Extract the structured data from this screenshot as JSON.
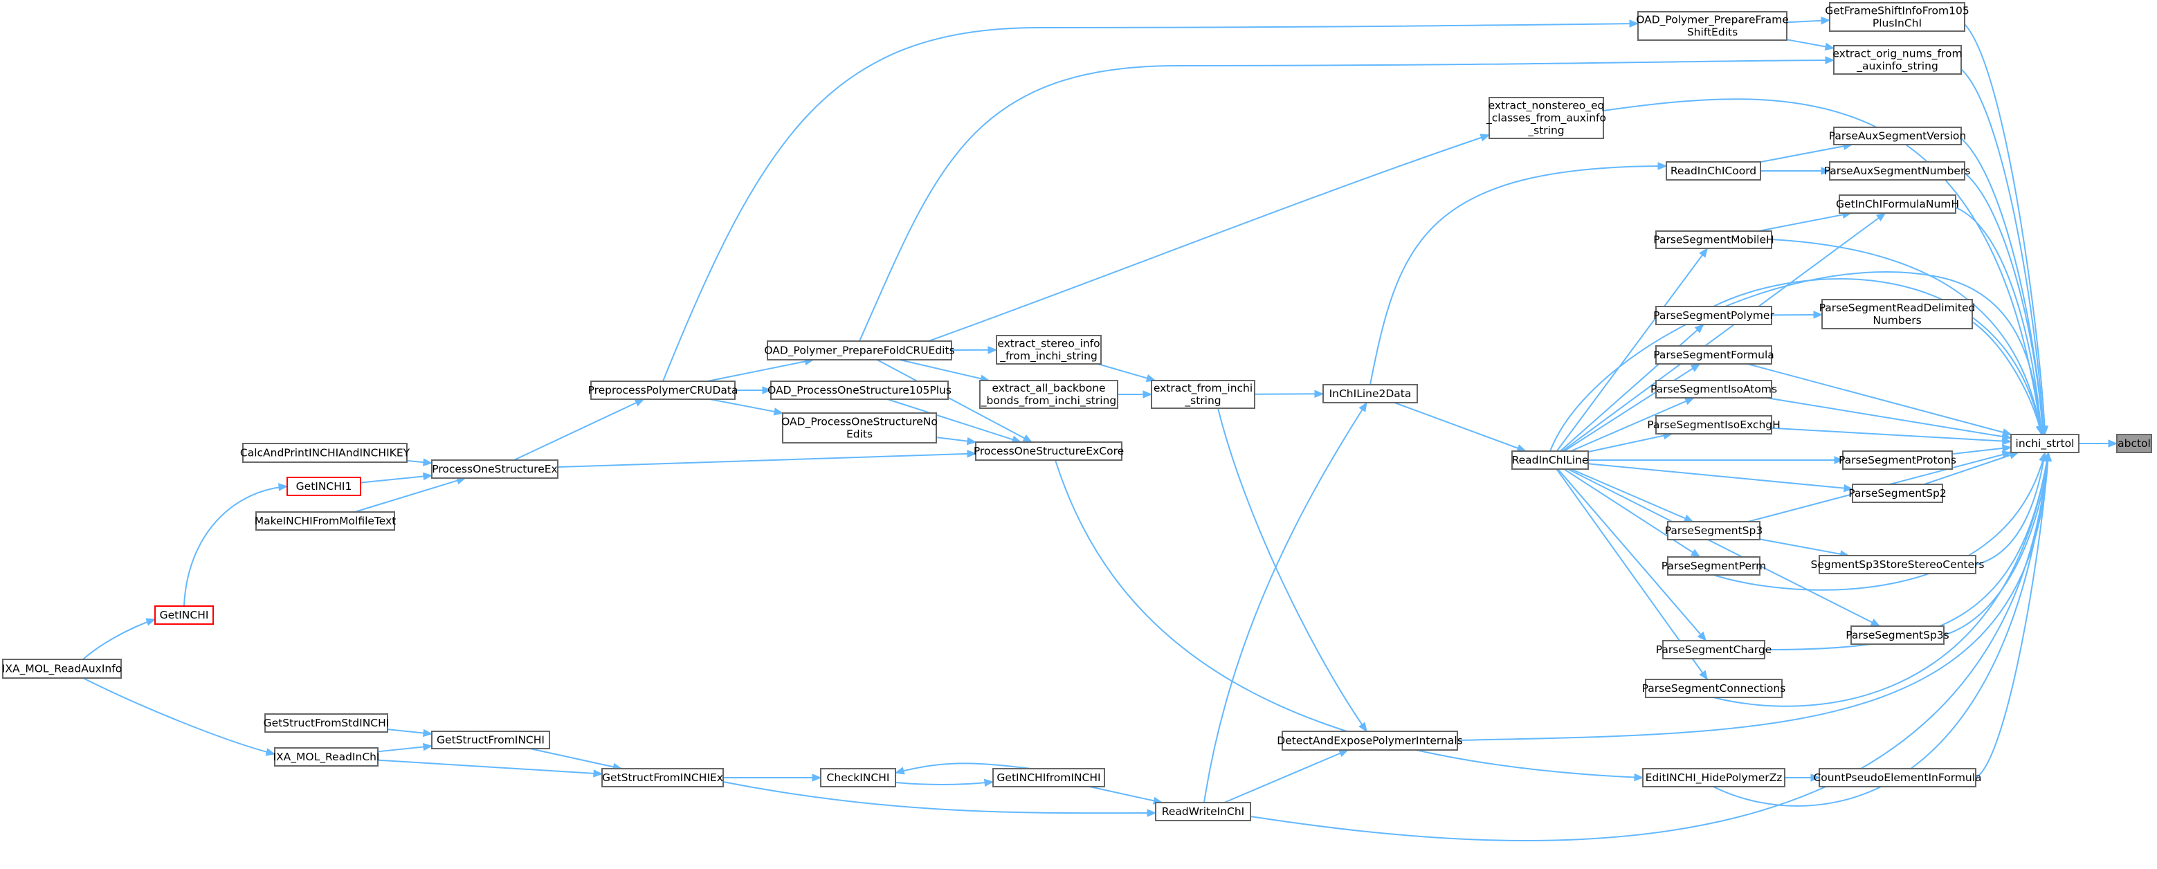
{
  "graph": {
    "nodes": [
      {
        "id": "abctol",
        "lines": [
          "abctol"
        ],
        "root": true
      },
      {
        "id": "inchi_strtol",
        "lines": [
          "inchi_strtol"
        ]
      },
      {
        "id": "GetFrameShiftInfoFrom105PlusInChI",
        "lines": [
          "GetFrameShiftInfoFrom105",
          "PlusInChI"
        ]
      },
      {
        "id": "OAD_Polymer_PrepareFrameShiftEdits",
        "lines": [
          "OAD_Polymer_PrepareFrame",
          "ShiftEdits"
        ]
      },
      {
        "id": "extract_orig_nums_from_auxinfo_string",
        "lines": [
          "extract_orig_nums_from",
          "_auxinfo_string"
        ]
      },
      {
        "id": "extract_nonstereo_eq_classes_from_auxinfo_string",
        "lines": [
          "extract_nonstereo_eq",
          "_classes_from_auxinfo",
          "_string"
        ]
      },
      {
        "id": "ParseAuxSegmentVersion",
        "lines": [
          "ParseAuxSegmentVersion"
        ]
      },
      {
        "id": "ReadInChICoord",
        "lines": [
          "ReadInChICoord"
        ]
      },
      {
        "id": "ParseAuxSegmentNumbers",
        "lines": [
          "ParseAuxSegmentNumbers"
        ]
      },
      {
        "id": "GetInChIFormulaNumH",
        "lines": [
          "GetInChIFormulaNumH"
        ]
      },
      {
        "id": "ParseSegmentMobileH",
        "lines": [
          "ParseSegmentMobileH"
        ]
      },
      {
        "id": "ParseSegmentPolymer",
        "lines": [
          "ParseSegmentPolymer"
        ]
      },
      {
        "id": "ParseSegmentReadDelimitedNumbers",
        "lines": [
          "ParseSegmentReadDelimited",
          "Numbers"
        ]
      },
      {
        "id": "ParseSegmentFormula",
        "lines": [
          "ParseSegmentFormula"
        ]
      },
      {
        "id": "ParseSegmentIsoAtoms",
        "lines": [
          "ParseSegmentIsoAtoms"
        ]
      },
      {
        "id": "ParseSegmentIsoExchgH",
        "lines": [
          "ParseSegmentIsoExchgH"
        ]
      },
      {
        "id": "ParseSegmentProtons",
        "lines": [
          "ParseSegmentProtons"
        ]
      },
      {
        "id": "ReadInChILine",
        "lines": [
          "ReadInChILine"
        ]
      },
      {
        "id": "ParseSegmentSp2",
        "lines": [
          "ParseSegmentSp2"
        ]
      },
      {
        "id": "ParseSegmentSp3",
        "lines": [
          "ParseSegmentSp3"
        ]
      },
      {
        "id": "SegmentSp3StoreStereoCenters",
        "lines": [
          "SegmentSp3StoreStereoCenters"
        ]
      },
      {
        "id": "ParseSegmentPerm",
        "lines": [
          "ParseSegmentPerm"
        ]
      },
      {
        "id": "ParseSegmentSp3s",
        "lines": [
          "ParseSegmentSp3s"
        ]
      },
      {
        "id": "ParseSegmentCharge",
        "lines": [
          "ParseSegmentCharge"
        ]
      },
      {
        "id": "ParseSegmentConnections",
        "lines": [
          "ParseSegmentConnections"
        ]
      },
      {
        "id": "DetectAndExposePolymerInternals",
        "lines": [
          "DetectAndExposePolymerInternals"
        ]
      },
      {
        "id": "EditINCHI_HidePolymerZz",
        "lines": [
          "EditINCHI_HidePolymerZz"
        ]
      },
      {
        "id": "CountPseudoElementInFormula",
        "lines": [
          "CountPseudoElementInFormula"
        ]
      },
      {
        "id": "ReadWriteInChI",
        "lines": [
          "ReadWriteInChI"
        ]
      },
      {
        "id": "InChILine2Data",
        "lines": [
          "InChILine2Data"
        ]
      },
      {
        "id": "extract_from_inchi_string",
        "lines": [
          "extract_from_inchi",
          "_string"
        ]
      },
      {
        "id": "extract_stereo_info_from_inchi_string",
        "lines": [
          "extract_stereo_info",
          "_from_inchi_string"
        ]
      },
      {
        "id": "extract_all_backbone_bonds_from_inchi_string",
        "lines": [
          "extract_all_backbone",
          "_bonds_from_inchi_string"
        ]
      },
      {
        "id": "OAD_Polymer_PrepareFoldCRUEdits",
        "lines": [
          "OAD_Polymer_PrepareFoldCRUEdits"
        ]
      },
      {
        "id": "OAD_ProcessOneStructure105Plus",
        "lines": [
          "OAD_ProcessOneStructure105Plus"
        ]
      },
      {
        "id": "OAD_ProcessOneStructureNoEdits",
        "lines": [
          "OAD_ProcessOneStructureNo",
          "Edits"
        ]
      },
      {
        "id": "ProcessOneStructureExCore",
        "lines": [
          "ProcessOneStructureExCore"
        ]
      },
      {
        "id": "PreprocessPolymerCRUData",
        "lines": [
          "PreprocessPolymerCRUData"
        ]
      },
      {
        "id": "ProcessOneStructureEx",
        "lines": [
          "ProcessOneStructureEx"
        ]
      },
      {
        "id": "CalcAndPrintINCHIAndINCHIKEY",
        "lines": [
          "CalcAndPrintINCHIAndINCHIKEY"
        ]
      },
      {
        "id": "GetINCHI1",
        "lines": [
          "GetINCHI1"
        ],
        "red": true
      },
      {
        "id": "MakeINCHIFromMolfileText",
        "lines": [
          "MakeINCHIFromMolfileText"
        ]
      },
      {
        "id": "GetINCHI",
        "lines": [
          "GetINCHI"
        ],
        "red": true
      },
      {
        "id": "IXA_MOL_ReadAuxInfo",
        "lines": [
          "IXA_MOL_ReadAuxInfo"
        ]
      },
      {
        "id": "GetStructFromStdINCHI",
        "lines": [
          "GetStructFromStdINCHI"
        ]
      },
      {
        "id": "GetStructFromINCHI",
        "lines": [
          "GetStructFromINCHI"
        ]
      },
      {
        "id": "IXA_MOL_ReadInChI",
        "lines": [
          "IXA_MOL_ReadInChI"
        ]
      },
      {
        "id": "GetStructFromINCHIEx",
        "lines": [
          "GetStructFromINCHIEx"
        ]
      },
      {
        "id": "CheckINCHI",
        "lines": [
          "CheckINCHI"
        ]
      },
      {
        "id": "GetINCHIfromINCHI",
        "lines": [
          "GetINCHIfromINCHI"
        ]
      }
    ],
    "edges": [
      [
        "inchi_strtol",
        "abctol"
      ],
      [
        "GetFrameShiftInfoFrom105PlusInChI",
        "inchi_strtol"
      ],
      [
        "OAD_Polymer_PrepareFrameShiftEdits",
        "GetFrameShiftInfoFrom105PlusInChI"
      ],
      [
        "OAD_Polymer_PrepareFrameShiftEdits",
        "extract_orig_nums_from_auxinfo_string"
      ],
      [
        "extract_orig_nums_from_auxinfo_string",
        "inchi_strtol"
      ],
      [
        "extract_nonstereo_eq_classes_from_auxinfo_string",
        "inchi_strtol"
      ],
      [
        "ParseAuxSegmentVersion",
        "inchi_strtol"
      ],
      [
        "ReadInChICoord",
        "ParseAuxSegmentVersion"
      ],
      [
        "ReadInChICoord",
        "ParseAuxSegmentNumbers"
      ],
      [
        "ParseAuxSegmentNumbers",
        "inchi_strtol"
      ],
      [
        "GetInChIFormulaNumH",
        "inchi_strtol"
      ],
      [
        "ParseSegmentMobileH",
        "GetInChIFormulaNumH"
      ],
      [
        "ParseSegmentMobileH",
        "inchi_strtol"
      ],
      [
        "ParseSegmentPolymer",
        "inchi_strtol"
      ],
      [
        "ParseSegmentPolymer",
        "ParseSegmentReadDelimitedNumbers"
      ],
      [
        "ParseSegmentReadDelimitedNumbers",
        "inchi_strtol"
      ],
      [
        "ParseSegmentFormula",
        "inchi_strtol"
      ],
      [
        "ParseSegmentIsoAtoms",
        "inchi_strtol"
      ],
      [
        "ParseSegmentIsoExchgH",
        "inchi_strtol"
      ],
      [
        "ParseSegmentProtons",
        "inchi_strtol"
      ],
      [
        "ParseSegmentSp2",
        "inchi_strtol"
      ],
      [
        "ParseSegmentSp3",
        "inchi_strtol"
      ],
      [
        "ParseSegmentSp3",
        "SegmentSp3StoreStereoCenters"
      ],
      [
        "SegmentSp3StoreStereoCenters",
        "inchi_strtol"
      ],
      [
        "ParseSegmentPerm",
        "inchi_strtol"
      ],
      [
        "ParseSegmentSp3s",
        "inchi_strtol"
      ],
      [
        "ParseSegmentCharge",
        "inchi_strtol"
      ],
      [
        "ParseSegmentConnections",
        "inchi_strtol"
      ],
      [
        "DetectAndExposePolymerInternals",
        "inchi_strtol"
      ],
      [
        "CountPseudoElementInFormula",
        "inchi_strtol"
      ],
      [
        "EditINCHI_HidePolymerZz",
        "CountPseudoElementInFormula"
      ],
      [
        "EditINCHI_HidePolymerZz",
        "inchi_strtol"
      ],
      [
        "ReadWriteInChI",
        "inchi_strtol"
      ],
      [
        "ReadInChILine",
        "GetInChIFormulaNumH"
      ],
      [
        "ReadInChILine",
        "ParseSegmentMobileH"
      ],
      [
        "ReadInChILine",
        "ParseSegmentPolymer"
      ],
      [
        "ReadInChILine",
        "ParseSegmentFormula"
      ],
      [
        "ReadInChILine",
        "ParseSegmentIsoAtoms"
      ],
      [
        "ReadInChILine",
        "ParseSegmentIsoExchgH"
      ],
      [
        "ReadInChILine",
        "ParseSegmentProtons"
      ],
      [
        "ReadInChILine",
        "ParseSegmentSp2"
      ],
      [
        "ReadInChILine",
        "ParseSegmentSp3"
      ],
      [
        "ReadInChILine",
        "ParseSegmentPerm"
      ],
      [
        "ReadInChILine",
        "ParseSegmentSp3s"
      ],
      [
        "ReadInChILine",
        "ParseSegmentCharge"
      ],
      [
        "ReadInChILine",
        "ParseSegmentConnections"
      ],
      [
        "ReadInChILine",
        "inchi_strtol"
      ],
      [
        "InChILine2Data",
        "ReadInChICoord"
      ],
      [
        "InChILine2Data",
        "ReadInChILine"
      ],
      [
        "extract_from_inchi_string",
        "InChILine2Data"
      ],
      [
        "extract_from_inchi_string",
        "DetectAndExposePolymerInternals"
      ],
      [
        "extract_stereo_info_from_inchi_string",
        "extract_from_inchi_string"
      ],
      [
        "extract_all_backbone_bonds_from_inchi_string",
        "extract_from_inchi_string"
      ],
      [
        "OAD_Polymer_PrepareFoldCRUEdits",
        "extract_stereo_info_from_inchi_string"
      ],
      [
        "OAD_Polymer_PrepareFoldCRUEdits",
        "extract_all_backbone_bonds_from_inchi_string"
      ],
      [
        "OAD_Polymer_PrepareFoldCRUEdits",
        "extract_nonstereo_eq_classes_from_auxinfo_string"
      ],
      [
        "OAD_Polymer_PrepareFoldCRUEdits",
        "extract_orig_nums_from_auxinfo_string"
      ],
      [
        "OAD_Polymer_PrepareFoldCRUEdits",
        "ProcessOneStructureExCore"
      ],
      [
        "OAD_ProcessOneStructure105Plus",
        "ProcessOneStructureExCore"
      ],
      [
        "OAD_ProcessOneStructureNoEdits",
        "ProcessOneStructureExCore"
      ],
      [
        "ProcessOneStructureExCore",
        "EditINCHI_HidePolymerZz"
      ],
      [
        "PreprocessPolymerCRUData",
        "OAD_Polymer_PrepareFoldCRUEdits"
      ],
      [
        "PreprocessPolymerCRUData",
        "OAD_ProcessOneStructure105Plus"
      ],
      [
        "PreprocessPolymerCRUData",
        "OAD_ProcessOneStructureNoEdits"
      ],
      [
        "PreprocessPolymerCRUData",
        "OAD_Polymer_PrepareFrameShiftEdits"
      ],
      [
        "ProcessOneStructureEx",
        "PreprocessPolymerCRUData"
      ],
      [
        "ProcessOneStructureEx",
        "ProcessOneStructureExCore"
      ],
      [
        "CalcAndPrintINCHIAndINCHIKEY",
        "ProcessOneStructureEx"
      ],
      [
        "GetINCHI1",
        "ProcessOneStructureEx"
      ],
      [
        "MakeINCHIFromMolfileText",
        "ProcessOneStructureEx"
      ],
      [
        "GetINCHI",
        "GetINCHI1"
      ],
      [
        "IXA_MOL_ReadAuxInfo",
        "GetINCHI"
      ],
      [
        "IXA_MOL_ReadAuxInfo",
        "IXA_MOL_ReadInChI"
      ],
      [
        "GetStructFromStdINCHI",
        "GetStructFromINCHI"
      ],
      [
        "IXA_MOL_ReadInChI",
        "GetStructFromINCHI"
      ],
      [
        "IXA_MOL_ReadInChI",
        "GetStructFromINCHIEx"
      ],
      [
        "GetStructFromINCHI",
        "GetStructFromINCHIEx"
      ],
      [
        "GetStructFromINCHIEx",
        "CheckINCHI"
      ],
      [
        "GetStructFromINCHIEx",
        "ReadWriteInChI"
      ],
      [
        "CheckINCHI",
        "GetINCHIfromINCHI"
      ],
      [
        "GetINCHIfromINCHI",
        "CheckINCHI"
      ],
      [
        "GetINCHIfromINCHI",
        "ReadWriteInChI"
      ],
      [
        "ReadWriteInChI",
        "InChILine2Data"
      ],
      [
        "ReadWriteInChI",
        "DetectAndExposePolymerInternals"
      ]
    ]
  }
}
